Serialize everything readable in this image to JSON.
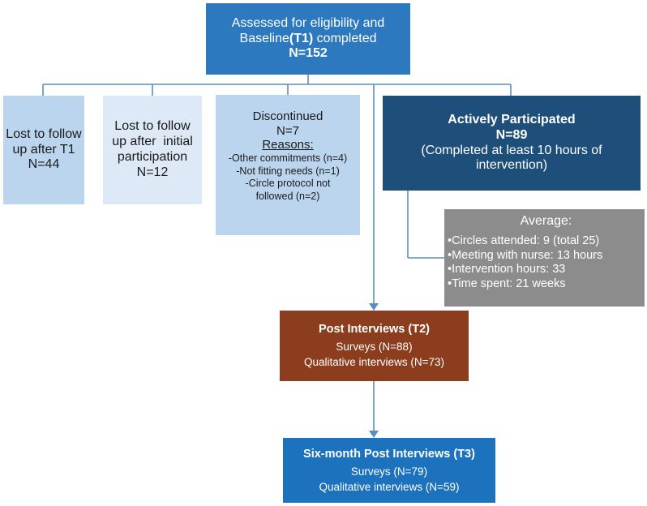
{
  "boxes": {
    "top": {
      "line1": "Assessed for eligibility and",
      "line2_prefix": "Baseline",
      "line2_bold": "(T1)",
      "line2_suffix": " completed",
      "count": "N=152"
    },
    "lost_t1": {
      "line1": "Lost to follow",
      "line2": "up after T1",
      "count": "N=44"
    },
    "lost_initial": {
      "line1": "Lost to follow",
      "line2": "up after  initial",
      "line3": "participation",
      "count": "N=12"
    },
    "discontinued": {
      "title": "Discontinued",
      "count": "N=7",
      "reasons_label": "Reasons:",
      "reasons": [
        "-Other commitments (n=4)",
        "-Not fitting needs (n=1)",
        "-Circle protocol not",
        "followed (n=2)"
      ]
    },
    "active": {
      "title": "Actively Participated",
      "count": "N=89",
      "line1": "(Completed at least 10 hours of",
      "line2": "intervention)"
    },
    "average": {
      "title": "Average:",
      "items": [
        "•Circles attended: 9 (total 25)",
        "•Meeting with nurse: 13 hours",
        "•Intervention hours: 33",
        "•Time spent: 21 weeks"
      ]
    },
    "post": {
      "title": "Post Interviews (T2)",
      "surveys": "Surveys (N=88)",
      "qualitative": "Qualitative interviews (N=73)"
    },
    "six_month": {
      "title": "Six-month Post Interviews (T3)",
      "surveys": "Surveys (N=79)",
      "qualitative": "Qualitative interviews (N=59)"
    }
  },
  "colors": {
    "connector": "#5b8dc0",
    "top_box": "#2c79bf",
    "light_blue_box": "#bcd5ee",
    "pale_blue_box": "#dde9f6",
    "dark_blue_box": "#1e4e7a",
    "gray_box": "#8c8c8c",
    "brown_box": "#8b3d1e",
    "blue_box": "#1c72bc"
  }
}
